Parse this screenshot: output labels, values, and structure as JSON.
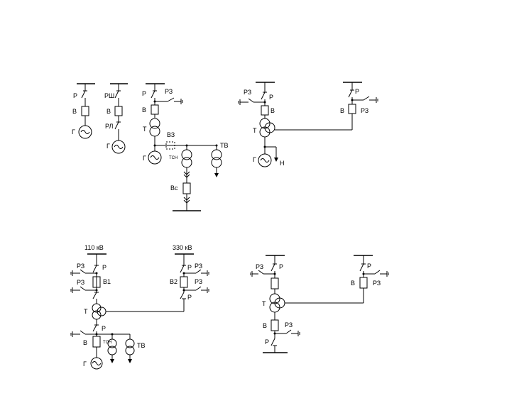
{
  "diagram": {
    "scheme1": {
      "branch1": {
        "disconnector": "Р",
        "breaker": "В",
        "generator": "Г"
      },
      "branch2": {
        "bus_disconnector": "РШ",
        "breaker": "В",
        "line_disconnector": "РЛ",
        "generator": "Г"
      }
    },
    "scheme2": {
      "disconnector": "Р",
      "earthing_switch": "РЗ",
      "breaker": "В",
      "transformer": "Т",
      "breaker_optional": "ВЗ",
      "generator": "Г",
      "aux_transformer": "ТСН",
      "voltage_transformer": "ТВ",
      "aux_breaker": "Вс"
    },
    "scheme3": {
      "left": {
        "earthing_switch": "РЗ",
        "disconnector": "Р",
        "breaker": "В",
        "transformer": "Т",
        "generator": "Г",
        "neutral": "Н"
      },
      "right": {
        "disconnector": "Р",
        "breaker": "В",
        "earthing_switch": "РЗ"
      }
    },
    "scheme4": {
      "voltage_left": "110 кВ",
      "voltage_right": "330 кВ",
      "left": {
        "earthing_switch_1": "РЗ",
        "disconnector_1": "Р",
        "earthing_switch_2": "РЗ",
        "breaker": "В1",
        "transformer": "Т",
        "disconnector_2": "Р",
        "breaker_gen": "В",
        "aux_transformer": "ТСН",
        "voltage_transformer": "ТВ",
        "generator": "Г"
      },
      "right": {
        "disconnector_1": "Р",
        "earthing_switch_1": "РЗ",
        "breaker": "В2",
        "earthing_switch_2": "РЗ",
        "disconnector_2": "Р"
      }
    },
    "scheme5": {
      "left": {
        "disconnector_1": "Р",
        "earthing_switch_1": "РЗ",
        "transformer": "Т",
        "breaker": "В",
        "earthing_switch_2": "РЗ",
        "disconnector_2": "Р"
      },
      "right": {
        "disconnector": "Р",
        "breaker": "В",
        "earthing_switch": "РЗ"
      }
    }
  }
}
